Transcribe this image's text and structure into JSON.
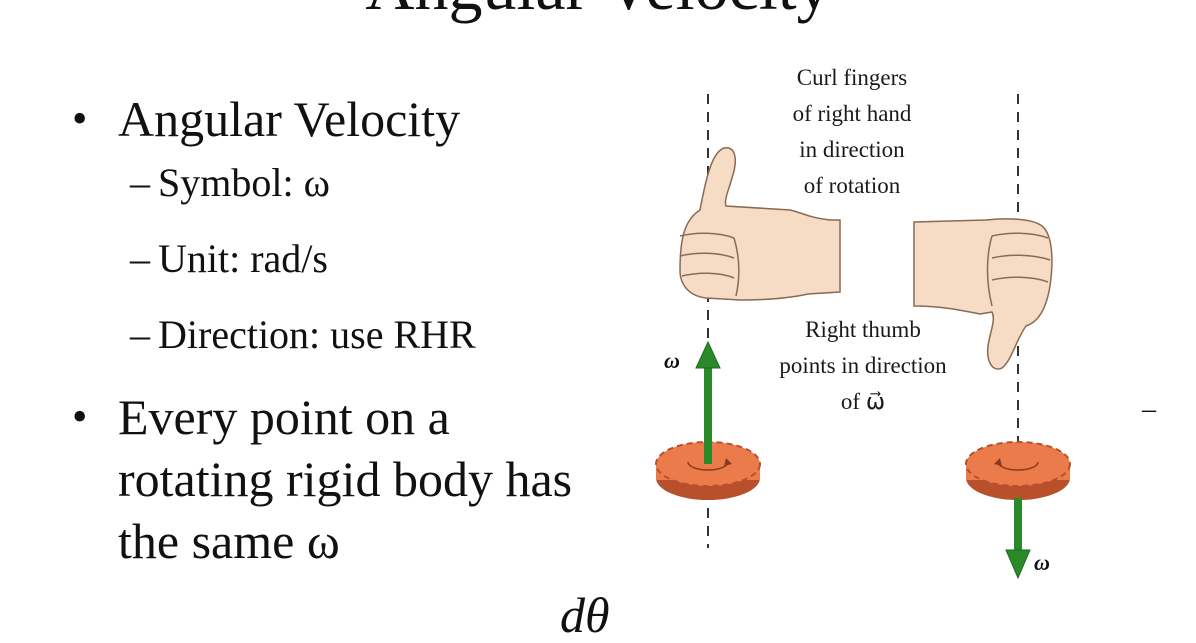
{
  "slide": {
    "title": "Angular Velocity",
    "bullets": [
      {
        "text": "Angular Velocity",
        "subitems": [
          "Symbol: ω",
          "Unit: rad/s",
          "Direction: use RHR"
        ]
      },
      {
        "lines": [
          "Every point on a",
          "rotating rigid body has",
          "the same ω"
        ]
      }
    ],
    "formula_fragment": "dθ",
    "stray_mark": "–"
  },
  "figure": {
    "caption_curl": [
      "Curl fingers",
      "of right hand",
      "in direction",
      "of rotation"
    ],
    "caption_thumb": [
      "Right thumb",
      "points in direction",
      "of ω⃗"
    ],
    "omega_label_left": "ω⃗",
    "omega_label_right": "ω⃗",
    "colors": {
      "arrow": "#2a8a2a",
      "gear": "#ec7b4c",
      "gear_edge": "#b8502c",
      "hand": "#f6dcc4",
      "hand_outline": "#8a6a52",
      "axis": "#333333"
    }
  }
}
